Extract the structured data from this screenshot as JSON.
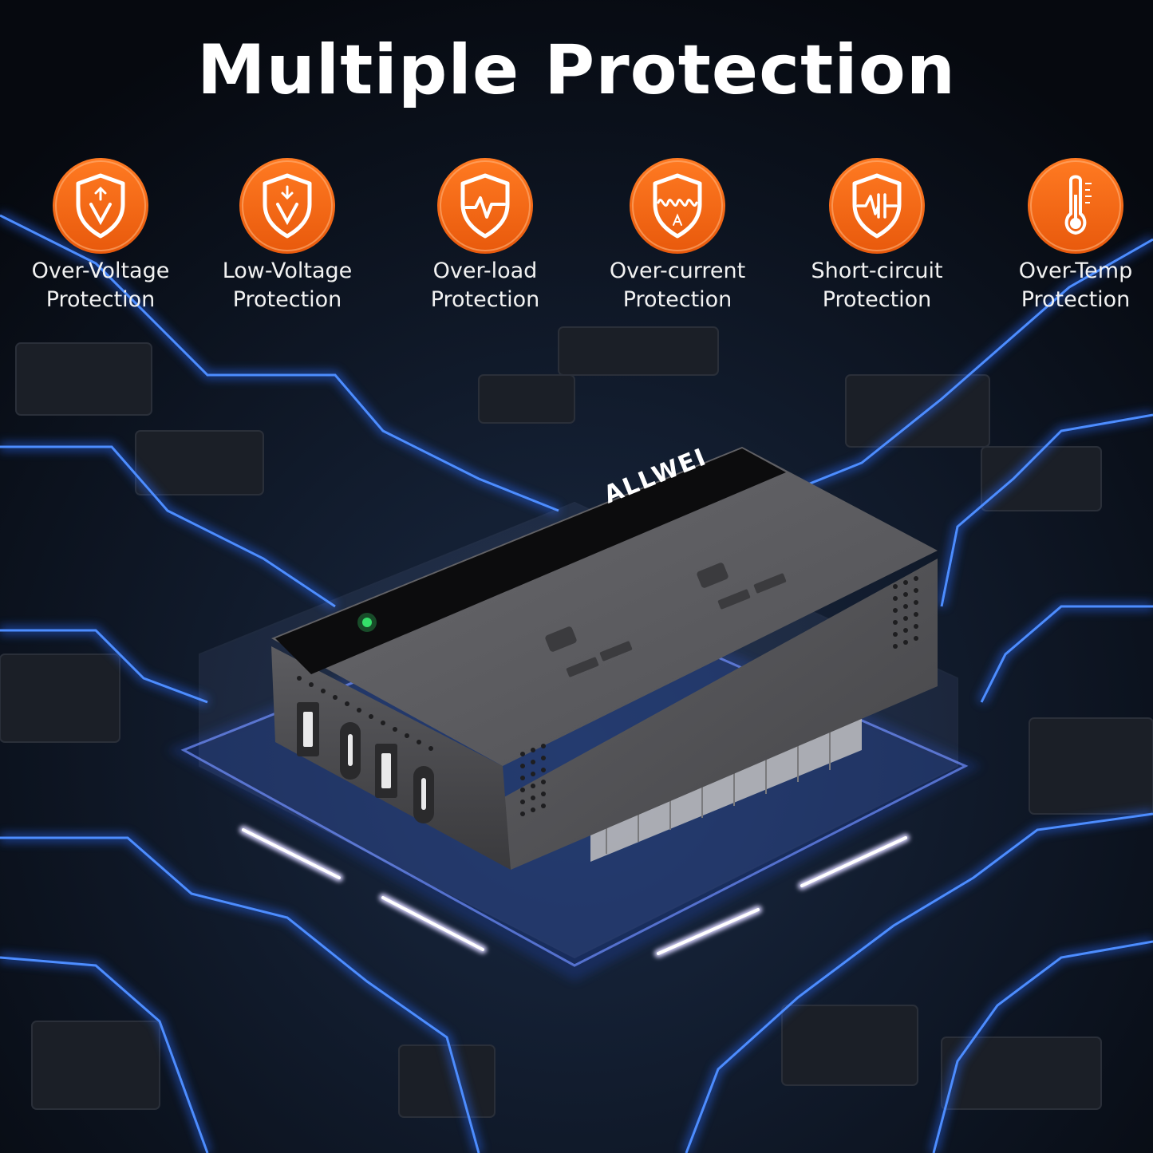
{
  "title": "Multiple Protection",
  "brand": "ALLWEI",
  "colors": {
    "accent": "#f26a1b",
    "background": "#0b0f16",
    "trace": "#2f7cff",
    "device": "#5b5b5e"
  },
  "features": [
    {
      "line1": "Over-Voltage",
      "line2": "Protection",
      "icon": "shield-arrow-up-icon"
    },
    {
      "line1": "Low-Voltage",
      "line2": "Protection",
      "icon": "shield-arrow-down-icon"
    },
    {
      "line1": "Over-load",
      "line2": "Protection",
      "icon": "shield-pulse-icon"
    },
    {
      "line1": "Over-current",
      "line2": "Protection",
      "icon": "shield-current-icon"
    },
    {
      "line1": "Short-circuit",
      "line2": "Protection",
      "icon": "shield-circuit-icon"
    },
    {
      "line1": "Over-Temp",
      "line2": "Protection",
      "icon": "thermometer-icon"
    }
  ]
}
